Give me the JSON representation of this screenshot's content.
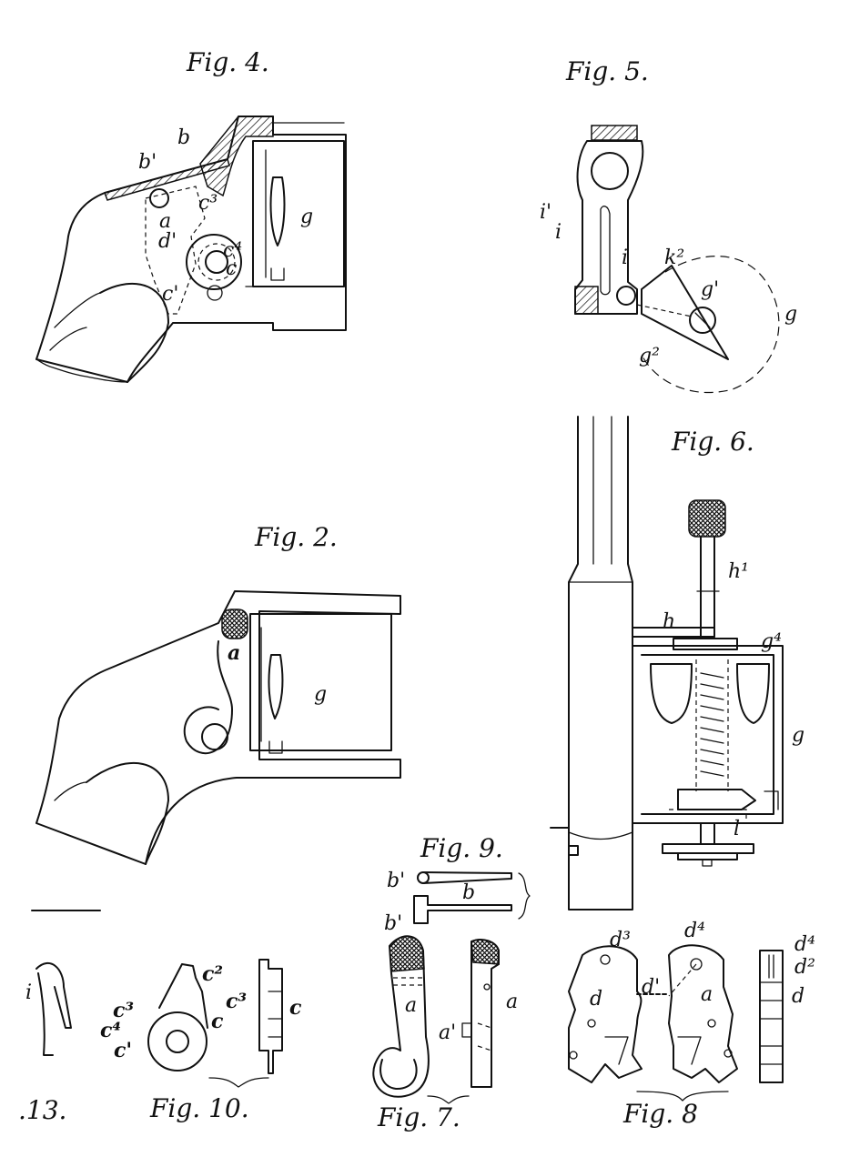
{
  "figures": {
    "fig4": "Fig. 4.",
    "fig5": "Fig. 5.",
    "fig6": "Fig. 6.",
    "fig2": "Fig. 2.",
    "fig9": "Fig. 9.",
    "fig13": ".13.",
    "fig10": "Fig. 10.",
    "fig7": "Fig. 7.",
    "fig8": "Fig. 8"
  },
  "refs": {
    "fig4": [
      "b'",
      "b",
      "a",
      "c³",
      "d'",
      "c⁴",
      "c",
      "c'",
      "g"
    ],
    "fig5": [
      "i'",
      "i",
      "i",
      "k²",
      "g'",
      "g",
      "g²"
    ],
    "fig6": [
      "h¹",
      "h",
      "g⁴",
      "g",
      "l"
    ],
    "fig2": [
      "a",
      "g"
    ],
    "fig9": [
      "b'",
      "b",
      "b'"
    ],
    "fig13": [
      "i"
    ],
    "fig10": [
      "c²",
      "c³",
      "c⁴",
      "c'",
      "c",
      "c³",
      "c"
    ],
    "fig7": [
      "a",
      "a",
      "a'"
    ],
    "fig8": [
      "d³",
      "d⁴",
      "d",
      "d'",
      "a",
      "d⁴",
      "d²",
      "d"
    ]
  }
}
